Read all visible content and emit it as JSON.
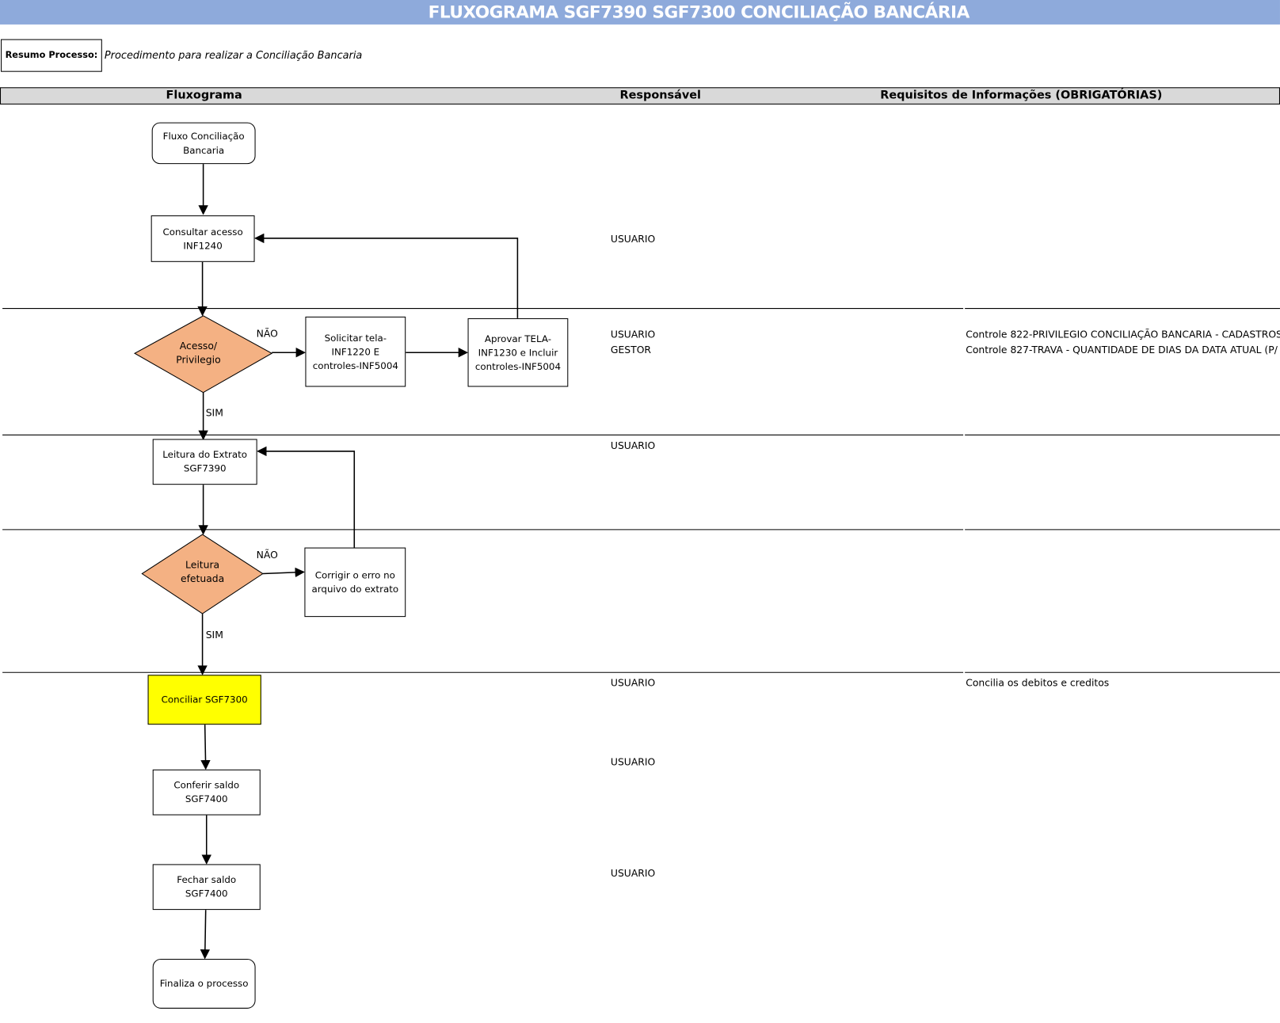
{
  "title": "FLUXOGRAMA SGF7390 SGF7300 CONCILIAÇÃO BANCÁRIA",
  "summary": {
    "label": "Resumo Processo:",
    "text": "Procedimento para realizar a Conciliação Bancaria"
  },
  "columns": {
    "flow": "Fluxograma",
    "responsible": "Responsável",
    "requirements": "Requisitos de Informações (OBRIGATÓRIAS)"
  },
  "nodes": {
    "start": "Fluxo Conciliação Bancaria",
    "consultar": "Consultar acesso INF1240",
    "acesso": "Acesso/ Privilegio",
    "solicitar": "Solicitar tela-INF1220 E controles-INF5004",
    "aprovar": "Aprovar TELA-INF1230 e Incluir controles-INF5004",
    "leitura_extrato": "Leitura do Extrato SGF7390",
    "leitura_efetuada": "Leitura efetuada",
    "corrigir": "Corrigir o erro no arquivo do extrato",
    "conciliar": "Conciliar SGF7300",
    "conferir": "Conferir saldo SGF7400",
    "fechar": "Fechar saldo SGF7400",
    "finaliza": "Finaliza o processo"
  },
  "edge_labels": {
    "nao1": "NÃO",
    "sim1": "SIM",
    "nao2": "NÃO",
    "sim2": "SIM"
  },
  "responsible": [
    "USUARIO",
    "USUARIO",
    "GESTOR",
    "USUARIO",
    "USUARIO",
    "USUARIO",
    "USUARIO"
  ],
  "requirements": [
    "Controle 822-PRIVILEGIO CONCILIAÇÃO BANCARIA - CADASTROS",
    "Controle 827-TRAVA - QUANTIDADE DE DIAS DA DATA ATUAL (P/",
    "Concilia os debitos e creditos"
  ],
  "colors": {
    "title_bg": "#8eaadb",
    "header_bg": "#d9d9d9",
    "decision": "#f4b183",
    "highlight": "#ffff00"
  }
}
